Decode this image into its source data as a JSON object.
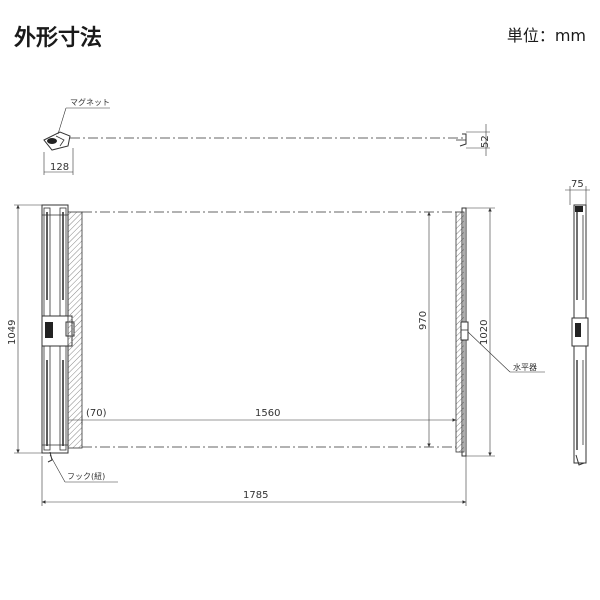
{
  "header": {
    "title": "外形寸法",
    "unit": "単位：mm"
  },
  "labels": {
    "magnet": "マグネット",
    "level": "水平器",
    "hook": "フック(紐)"
  },
  "dimensions": {
    "top_width": "128",
    "top_height": "52",
    "side_width": "75",
    "overall_height": "1049",
    "inner_height": "970",
    "frame_height": "1020",
    "offset": "(70)",
    "inner_width": "1560",
    "overall_width": "1785"
  },
  "colors": {
    "line": "#333333",
    "hatch": "#888888"
  }
}
